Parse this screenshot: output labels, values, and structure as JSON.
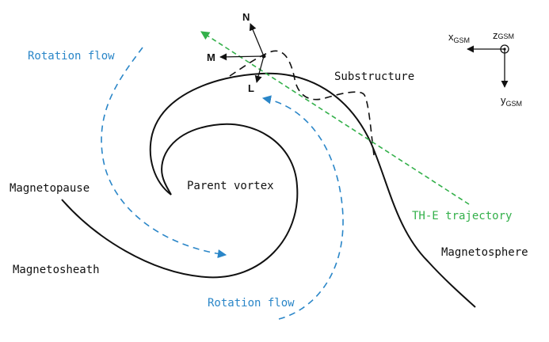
{
  "labels": {
    "rotation_flow_top": "Rotation flow",
    "rotation_flow_bottom": "Rotation flow",
    "magnetopause": "Magnetopause",
    "magnetosheath": "Magnetosheath",
    "parent_vortex": "Parent vortex",
    "substructure": "Substructure",
    "magnetosphere": "Magnetosphere",
    "trajectory": "TH-E trajectory"
  },
  "lmn": {
    "n": "N",
    "m": "M",
    "l": "L"
  },
  "gsm_axes": {
    "x_main": "x",
    "x_sub": "GSM",
    "y_main": "y",
    "y_sub": "GSM",
    "z_main": "z",
    "z_sub": "GSM"
  },
  "colors": {
    "flow_blue": "#2a86c8",
    "trajectory_green": "#33b04a",
    "boundary": "#111111"
  }
}
